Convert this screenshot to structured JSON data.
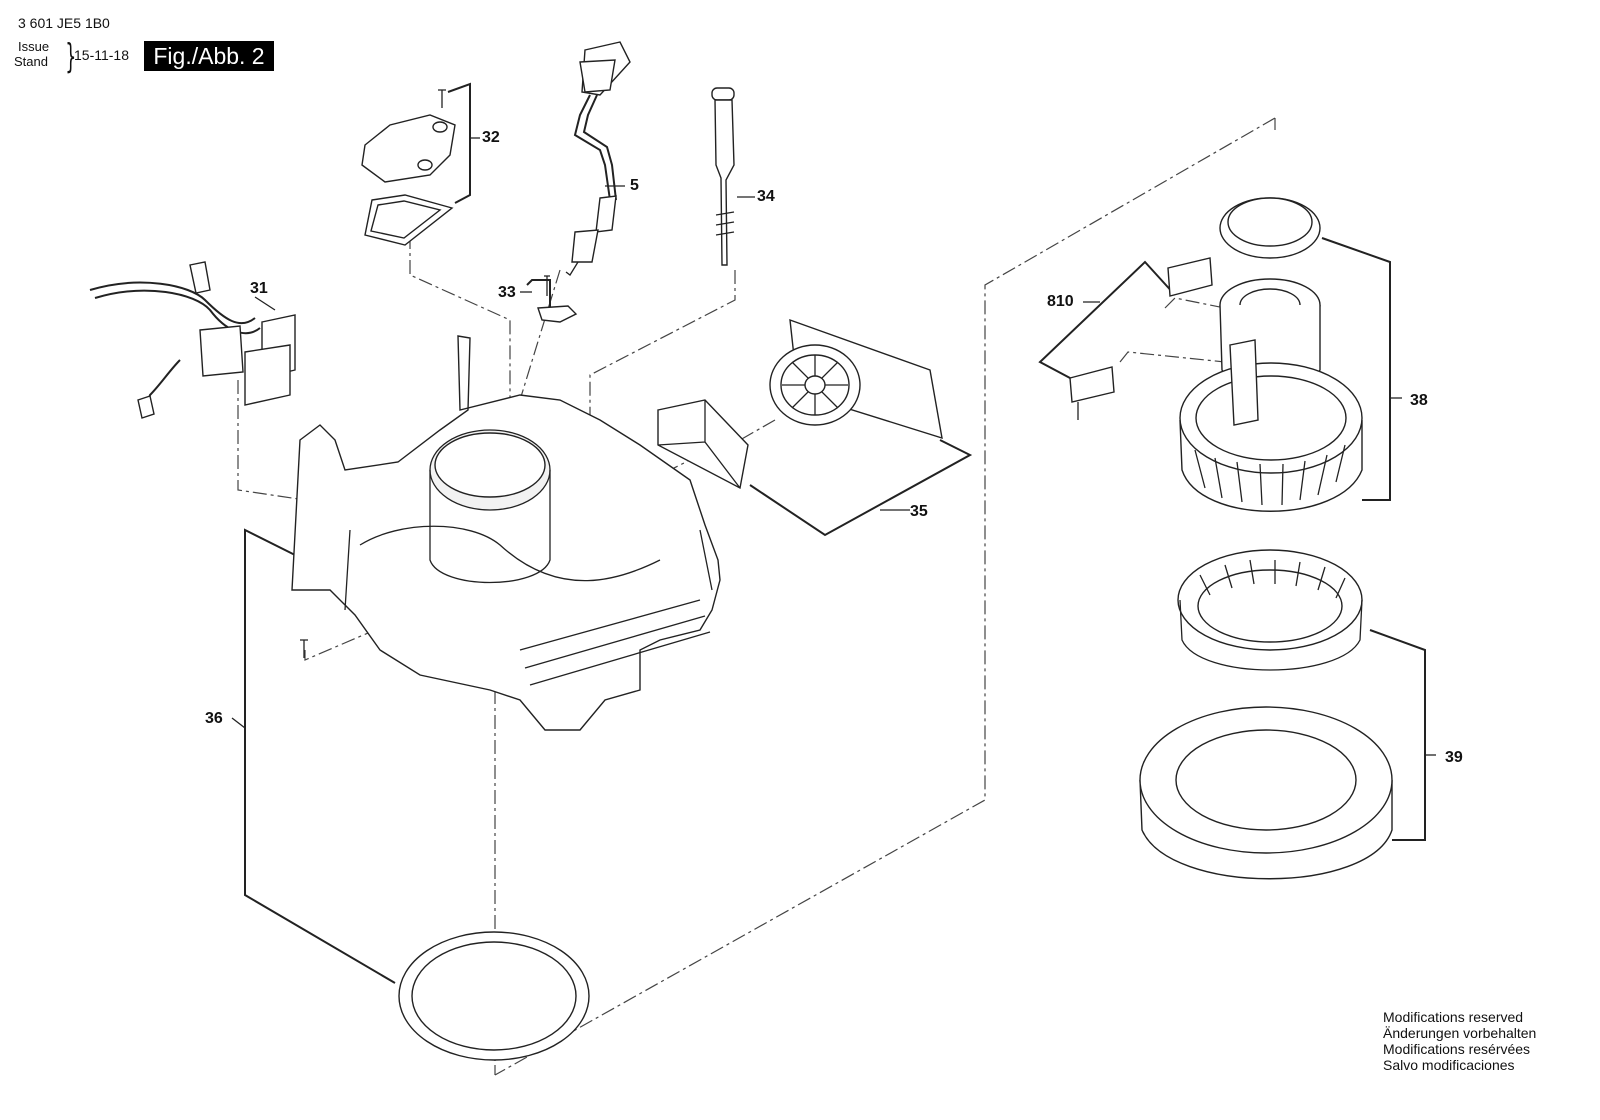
{
  "header": {
    "doc_number": "3 601 JE5 1B0",
    "issue_label": "Issue",
    "stand_label": "Stand",
    "date": "15-11-18",
    "figure": "Fig./Abb. 2"
  },
  "callouts": {
    "p31": "31",
    "p32": "32",
    "p5": "5",
    "p34": "34",
    "p33": "33",
    "p35": "35",
    "p36": "36",
    "p810": "810",
    "p38": "38",
    "p39": "39"
  },
  "footer": {
    "line1": "Modifications reserved",
    "line2": "Änderungen vorbehalten",
    "line3": "Modifications resérvées",
    "line4": "Salvo modificaciones"
  }
}
